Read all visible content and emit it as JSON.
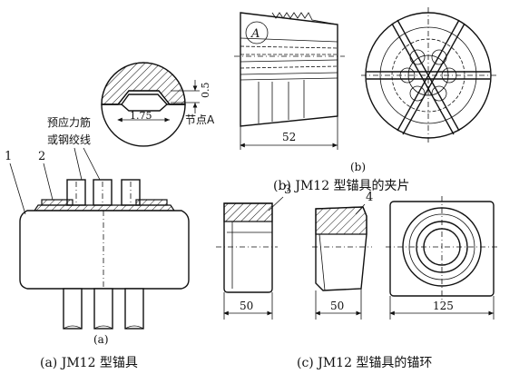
{
  "labels": {
    "detail_width": "1.75",
    "detail_height": "0.5",
    "node_a": "节点A",
    "strand_line1": "预应力筋",
    "strand_line2": "或钢绞线",
    "num_1": "1",
    "num_2": "2",
    "num_3": "3",
    "num_4": "4",
    "circle_a": "A",
    "dim_wedge": "52",
    "dim_ring_a": "50",
    "dim_ring_b": "50",
    "dim_ring_c": "125",
    "sub_a": "(a)",
    "sub_b": "(b)"
  },
  "captions": {
    "a": "(a) JM12 型锚具",
    "b": "(b) JM12 型锚具的夹片",
    "c": "(c) JM12 型锚具的锚环"
  }
}
